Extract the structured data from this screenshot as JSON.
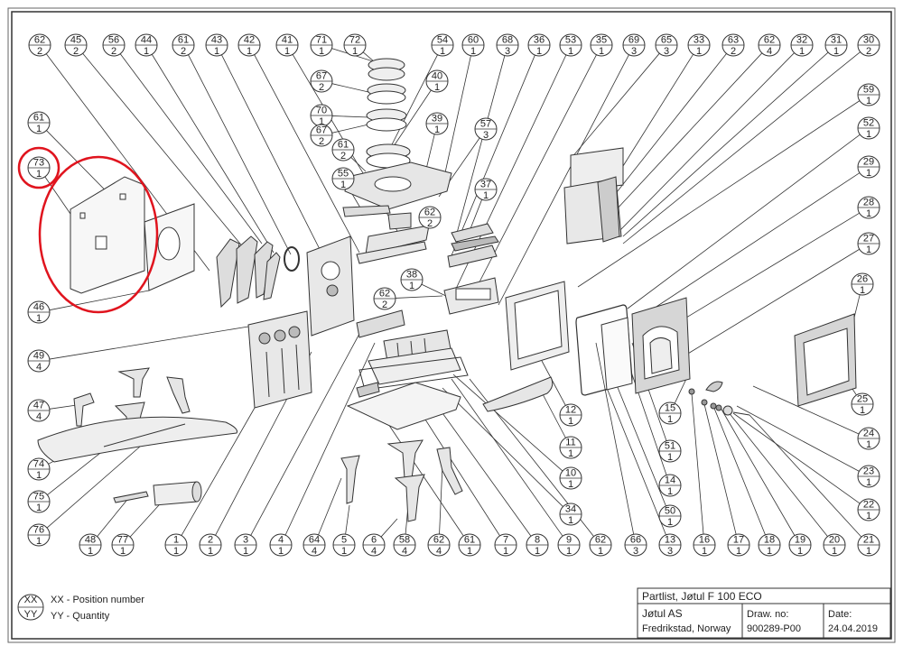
{
  "diagram": {
    "top_callouts": [
      {
        "pos": "62",
        "qty": "2"
      },
      {
        "pos": "45",
        "qty": "2"
      },
      {
        "pos": "56",
        "qty": "2"
      },
      {
        "pos": "44",
        "qty": "1"
      },
      {
        "pos": "61",
        "qty": "2"
      },
      {
        "pos": "43",
        "qty": "1"
      },
      {
        "pos": "42",
        "qty": "1"
      },
      {
        "pos": "41",
        "qty": "1"
      },
      {
        "pos": "71",
        "qty": "1"
      },
      {
        "pos": "72",
        "qty": "1"
      },
      {
        "pos": "54",
        "qty": "1"
      },
      {
        "pos": "60",
        "qty": "1"
      },
      {
        "pos": "68",
        "qty": "3"
      },
      {
        "pos": "36",
        "qty": "1"
      },
      {
        "pos": "53",
        "qty": "1"
      },
      {
        "pos": "35",
        "qty": "1"
      },
      {
        "pos": "69",
        "qty": "3"
      },
      {
        "pos": "65",
        "qty": "3"
      },
      {
        "pos": "33",
        "qty": "1"
      },
      {
        "pos": "63",
        "qty": "2"
      },
      {
        "pos": "62",
        "qty": "4"
      },
      {
        "pos": "32",
        "qty": "1"
      },
      {
        "pos": "31",
        "qty": "1"
      },
      {
        "pos": "30",
        "qty": "2"
      }
    ],
    "bottom_callouts": [
      {
        "pos": "1",
        "qty": "1"
      },
      {
        "pos": "2",
        "qty": "1"
      },
      {
        "pos": "3",
        "qty": "1"
      },
      {
        "pos": "4",
        "qty": "1"
      },
      {
        "pos": "64",
        "qty": "4"
      },
      {
        "pos": "5",
        "qty": "1"
      },
      {
        "pos": "6",
        "qty": "4"
      },
      {
        "pos": "58",
        "qty": "4"
      },
      {
        "pos": "62",
        "qty": "4"
      },
      {
        "pos": "61",
        "qty": "1"
      },
      {
        "pos": "7",
        "qty": "1"
      },
      {
        "pos": "8",
        "qty": "1"
      },
      {
        "pos": "9",
        "qty": "1"
      },
      {
        "pos": "62",
        "qty": "1"
      },
      {
        "pos": "66",
        "qty": "3"
      },
      {
        "pos": "13",
        "qty": "3"
      },
      {
        "pos": "16",
        "qty": "1"
      },
      {
        "pos": "17",
        "qty": "1"
      },
      {
        "pos": "18",
        "qty": "1"
      },
      {
        "pos": "19",
        "qty": "1"
      },
      {
        "pos": "20",
        "qty": "1"
      },
      {
        "pos": "21",
        "qty": "1"
      }
    ],
    "left_callouts": [
      {
        "pos": "61",
        "qty": "1"
      },
      {
        "pos": "73",
        "qty": "1"
      },
      {
        "pos": "46",
        "qty": "1"
      },
      {
        "pos": "49",
        "qty": "4"
      },
      {
        "pos": "47",
        "qty": "4"
      },
      {
        "pos": "74",
        "qty": "1"
      },
      {
        "pos": "75",
        "qty": "1"
      },
      {
        "pos": "76",
        "qty": "1"
      },
      {
        "pos": "48",
        "qty": "1"
      },
      {
        "pos": "77",
        "qty": "1"
      }
    ],
    "right_callouts": [
      {
        "pos": "59",
        "qty": "1"
      },
      {
        "pos": "52",
        "qty": "1"
      },
      {
        "pos": "29",
        "qty": "1"
      },
      {
        "pos": "28",
        "qty": "1"
      },
      {
        "pos": "27",
        "qty": "1"
      },
      {
        "pos": "26",
        "qty": "1"
      },
      {
        "pos": "25",
        "qty": "1"
      },
      {
        "pos": "24",
        "qty": "1"
      },
      {
        "pos": "23",
        "qty": "1"
      },
      {
        "pos": "22",
        "qty": "1"
      }
    ],
    "inner_callouts": [
      {
        "pos": "67",
        "qty": "2"
      },
      {
        "pos": "70",
        "qty": "1"
      },
      {
        "pos": "67",
        "qty": "2"
      },
      {
        "pos": "40",
        "qty": "1"
      },
      {
        "pos": "39",
        "qty": "1"
      },
      {
        "pos": "61",
        "qty": "2"
      },
      {
        "pos": "57",
        "qty": "3"
      },
      {
        "pos": "55",
        "qty": "1"
      },
      {
        "pos": "37",
        "qty": "1"
      },
      {
        "pos": "62",
        "qty": "2"
      },
      {
        "pos": "38",
        "qty": "1"
      },
      {
        "pos": "62",
        "qty": "2"
      },
      {
        "pos": "12",
        "qty": "1"
      },
      {
        "pos": "11",
        "qty": "1"
      },
      {
        "pos": "10",
        "qty": "1"
      },
      {
        "pos": "34",
        "qty": "1"
      },
      {
        "pos": "15",
        "qty": "1"
      },
      {
        "pos": "51",
        "qty": "1"
      },
      {
        "pos": "14",
        "qty": "1"
      },
      {
        "pos": "50",
        "qty": "1"
      }
    ]
  },
  "legend": {
    "sample_pos": "XX",
    "sample_qty": "YY",
    "pos_text": "XX - Position number",
    "qty_text": "YY - Quantity"
  },
  "title_block": {
    "title": "Partlist, Jøtul F 100 ECO",
    "company": "Jøtul AS",
    "location": "Fredrikstad, Norway",
    "drawing_label": "Draw. no:",
    "drawing_no": "900289-P00",
    "date_label": "Date:",
    "date": "24.04.2019"
  },
  "colors": {
    "line": "#333333",
    "highlight": "#e0141e",
    "part_fill": "#f2f2f2",
    "part_dark": "#8a8a8a"
  }
}
